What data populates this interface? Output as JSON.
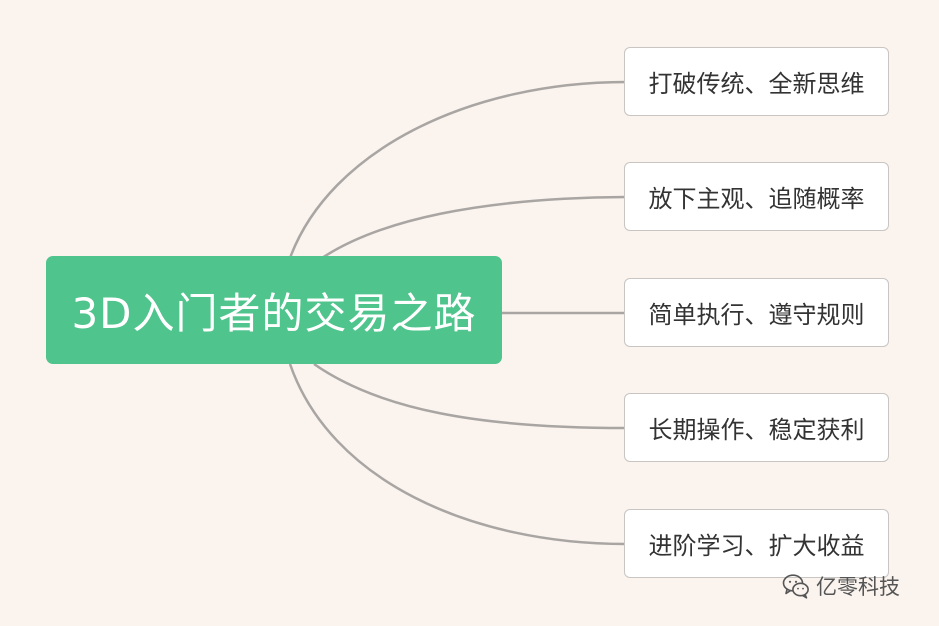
{
  "colors": {
    "background": "#faf3ee",
    "root_fill": "#4fc48c",
    "connector": "#a9a5a2",
    "node_border": "#c8c5c2"
  },
  "root": {
    "label": "3D入门者的交易之路"
  },
  "branches": [
    {
      "label": "打破传统、全新思维"
    },
    {
      "label": "放下主观、追随概率"
    },
    {
      "label": "简单执行、遵守规则"
    },
    {
      "label": "长期操作、稳定获利"
    },
    {
      "label": "进阶学习、扩大收益"
    }
  ],
  "watermark": {
    "icon": "wechat-icon",
    "text": "亿零科技"
  }
}
